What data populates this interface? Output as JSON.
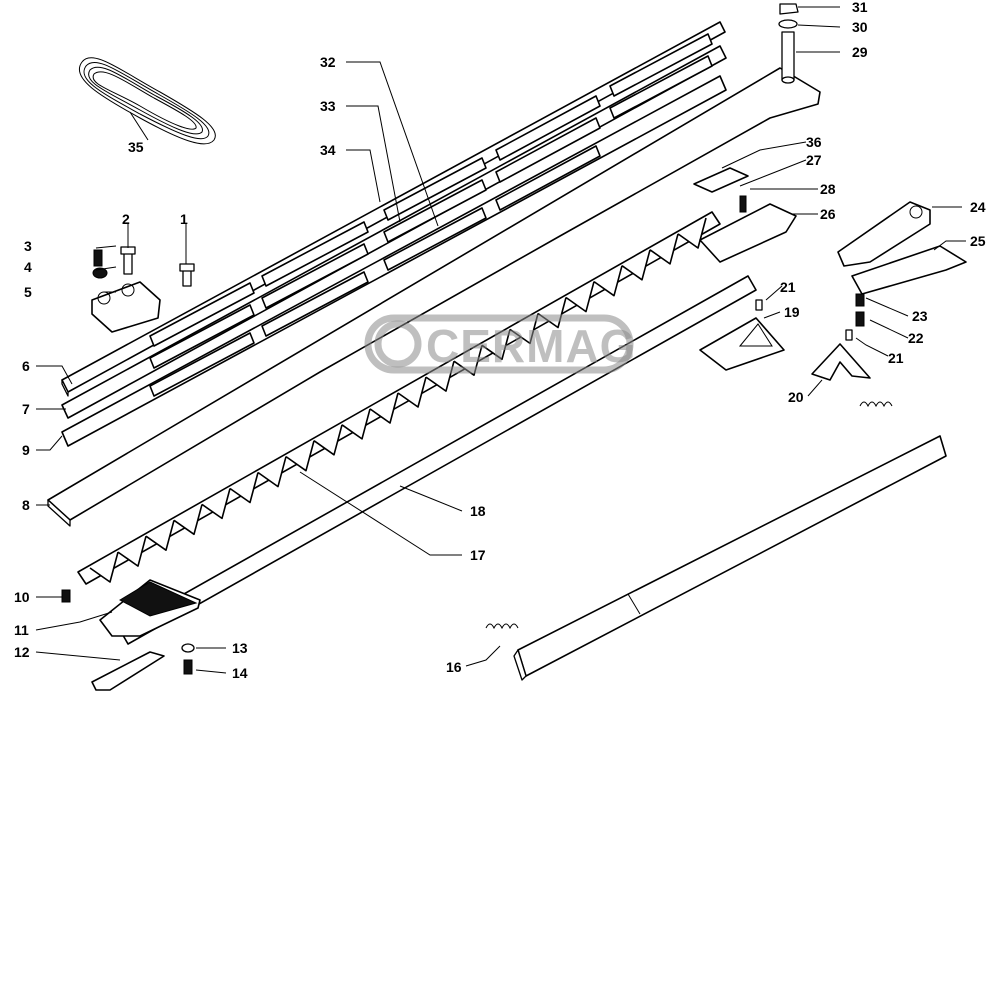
{
  "watermark": {
    "text": "CERMAG",
    "color": "#8a8a8a"
  },
  "callouts": [
    {
      "id": "1",
      "label": "1"
    },
    {
      "id": "2",
      "label": "2"
    },
    {
      "id": "3",
      "label": "3"
    },
    {
      "id": "4",
      "label": "4"
    },
    {
      "id": "5",
      "label": "5"
    },
    {
      "id": "6",
      "label": "6"
    },
    {
      "id": "7",
      "label": "7"
    },
    {
      "id": "8",
      "label": "8"
    },
    {
      "id": "9",
      "label": "9"
    },
    {
      "id": "10",
      "label": "10"
    },
    {
      "id": "11",
      "label": "11"
    },
    {
      "id": "12",
      "label": "12"
    },
    {
      "id": "13",
      "label": "13"
    },
    {
      "id": "14",
      "label": "14"
    },
    {
      "id": "16",
      "label": "16"
    },
    {
      "id": "17",
      "label": "17"
    },
    {
      "id": "18",
      "label": "18"
    },
    {
      "id": "19",
      "label": "19"
    },
    {
      "id": "20",
      "label": "20"
    },
    {
      "id": "21a",
      "label": "21"
    },
    {
      "id": "21b",
      "label": "21"
    },
    {
      "id": "22",
      "label": "22"
    },
    {
      "id": "23",
      "label": "23"
    },
    {
      "id": "24",
      "label": "24"
    },
    {
      "id": "25",
      "label": "25"
    },
    {
      "id": "26",
      "label": "26"
    },
    {
      "id": "27",
      "label": "27"
    },
    {
      "id": "28",
      "label": "28"
    },
    {
      "id": "29",
      "label": "29"
    },
    {
      "id": "30",
      "label": "30"
    },
    {
      "id": "31",
      "label": "31"
    },
    {
      "id": "32",
      "label": "32"
    },
    {
      "id": "33",
      "label": "33"
    },
    {
      "id": "34",
      "label": "34"
    },
    {
      "id": "35",
      "label": "35"
    },
    {
      "id": "36",
      "label": "36"
    }
  ]
}
